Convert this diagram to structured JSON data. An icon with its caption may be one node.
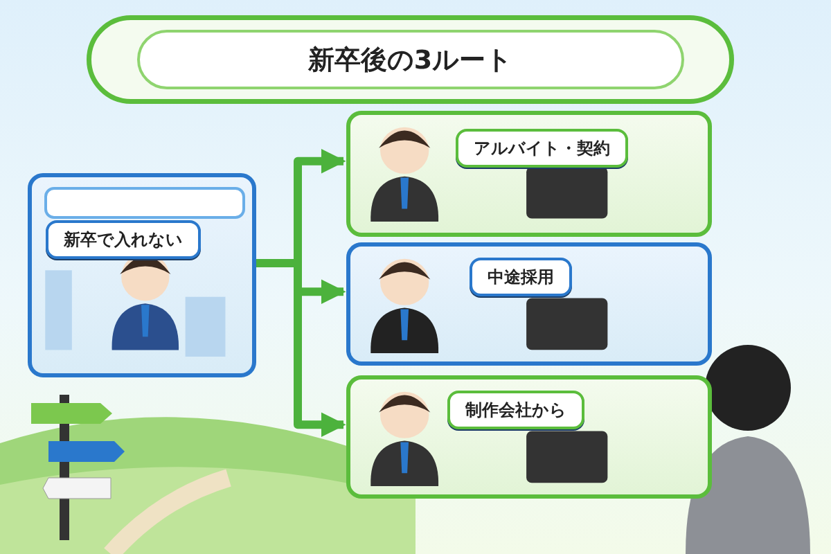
{
  "diagram": {
    "title": "新卒後の3ルート",
    "nodes": [
      {
        "text": [
          "新卒で入れない"
        ]
      },
      {
        "text": [],
        "shape": "bar",
        "in": 0
      },
      {
        "text": [
          "アルバイト・契約"
        ]
      },
      {
        "text": [
          "中途採用"
        ]
      },
      {
        "text": [
          "制作会社から"
        ]
      }
    ],
    "edges": [
      {
        "from": 0,
        "to": 2,
        "arrow": "to"
      },
      {
        "from": 0,
        "to": 3,
        "arrow": "to"
      },
      {
        "from": 0,
        "to": 4,
        "arrow": "to"
      }
    ]
  }
}
